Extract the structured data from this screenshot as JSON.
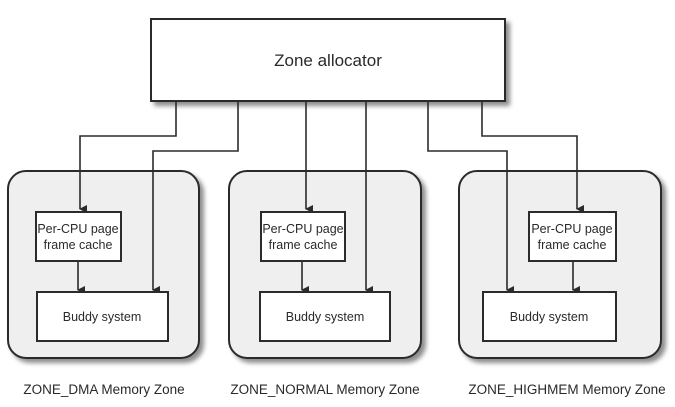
{
  "diagram": {
    "allocator": {
      "label": "Zone allocator"
    },
    "zones": [
      {
        "id": "dma",
        "caption": "ZONE_DMA Memory Zone",
        "cache_label_line1": "Per-CPU page",
        "cache_label_line2": "frame cache",
        "buddy_label": "Buddy system"
      },
      {
        "id": "normal",
        "caption": "ZONE_NORMAL Memory Zone",
        "cache_label_line1": "Per-CPU page",
        "cache_label_line2": "frame cache",
        "buddy_label": "Buddy system"
      },
      {
        "id": "highmem",
        "caption": "ZONE_HIGHMEM Memory Zone",
        "cache_label_line1": "Per-CPU page",
        "cache_label_line2": "frame cache",
        "buddy_label": "Buddy system"
      }
    ],
    "connections": [
      {
        "from": "Zone allocator",
        "to": "ZONE_DMA Per-CPU page frame cache"
      },
      {
        "from": "Zone allocator",
        "to": "ZONE_DMA Buddy system"
      },
      {
        "from": "Zone allocator",
        "to": "ZONE_NORMAL Per-CPU page frame cache"
      },
      {
        "from": "Zone allocator",
        "to": "ZONE_NORMAL Buddy system"
      },
      {
        "from": "Zone allocator",
        "to": "ZONE_HIGHMEM Buddy system"
      },
      {
        "from": "Zone allocator",
        "to": "ZONE_HIGHMEM Per-CPU page frame cache"
      },
      {
        "from": "Per-CPU page frame cache",
        "to": "Buddy system"
      }
    ],
    "colors": {
      "stroke": "#2b2b2b",
      "zone_fill": "#efefef",
      "box_fill": "#ffffff",
      "shadow": "#9a9a9a"
    }
  }
}
